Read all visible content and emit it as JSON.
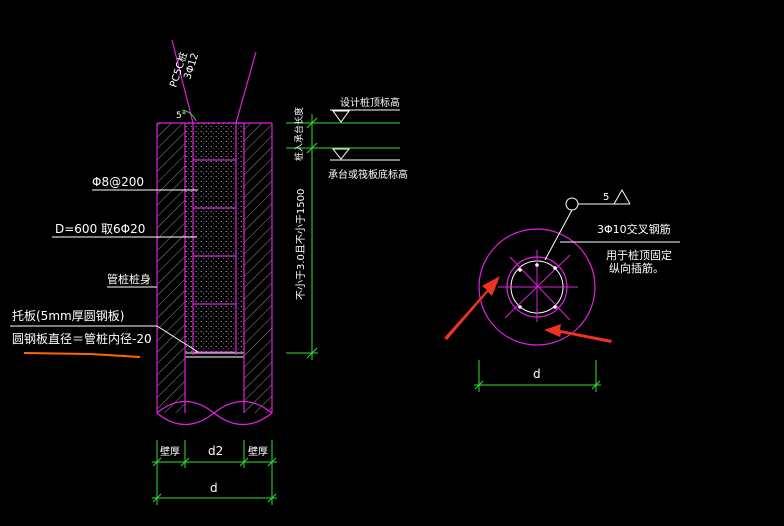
{
  "labels": {
    "pipe_label": "PC5C桩",
    "rebar_label": "3Φ12",
    "design_top": "设计桩顶标高",
    "embed_depth": "桩入承台长度",
    "cap_bottom": "承台或筏板底标高",
    "fill_length": "不小于3.0且不小于1500",
    "stirrup": "Φ8@200",
    "d_rebar": "D=600 取6Φ20",
    "pile_body": "管桩桩身",
    "plate1": "托板(5mm厚圆钢板)",
    "plate2": "圆钢板直径＝管桩内径-20",
    "wall_left": "壁厚",
    "d2": "d2",
    "wall_right": "壁厚",
    "d_bottom": "d",
    "cross_num": "5",
    "cross1": "3Φ10交叉钢筋",
    "cross2": "用于桩顶固定",
    "cross3": "纵向插筋。",
    "d_cross": "d"
  },
  "colors": {
    "magenta": "#e020e0",
    "green": "#30e030",
    "white": "#ffffff",
    "red": "#ee3322",
    "orange": "#ff6600"
  }
}
